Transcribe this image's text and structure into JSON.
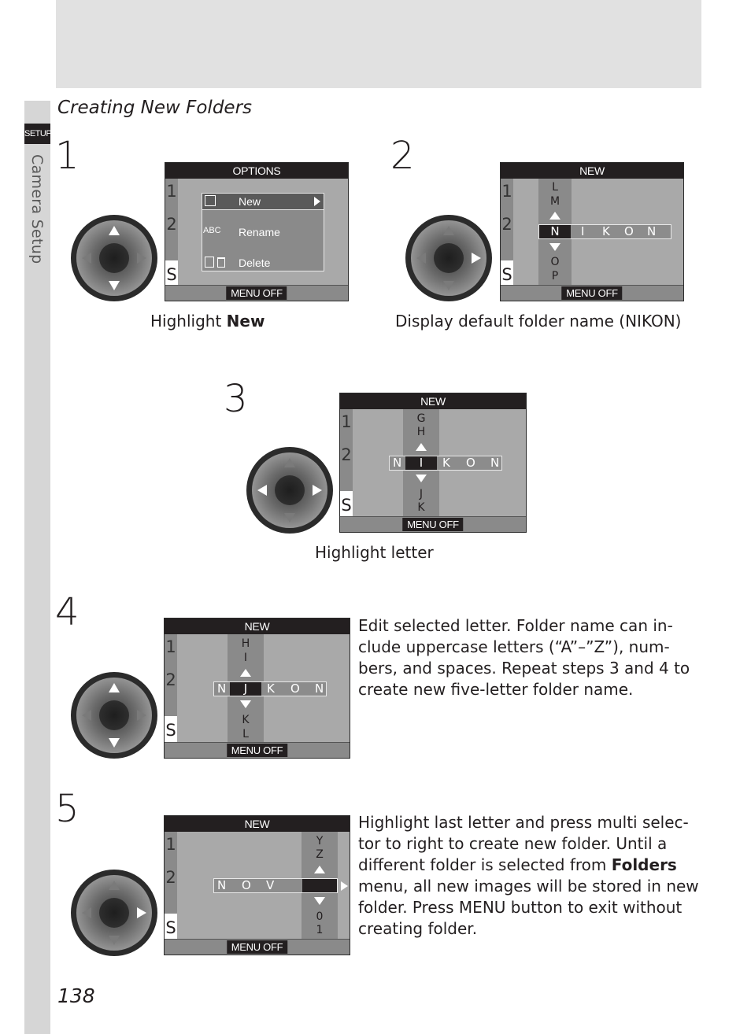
{
  "side_tab": {
    "setup_label": "SETUP",
    "section_label": "Camera Setup"
  },
  "section_title": "Creating New Folders",
  "page_number": "138",
  "screens": {
    "footer_label": "MENU OFF",
    "tab_labels": [
      "1",
      "2",
      "S"
    ]
  },
  "step1": {
    "number": "1",
    "header": "OPTIONS",
    "menu": [
      "New",
      "Rename",
      "Delete"
    ],
    "rename_icon_text": "ABC",
    "caption_prefix": "Highlight ",
    "caption_bold": "New"
  },
  "step2": {
    "number": "2",
    "header": "NEW",
    "column_above": [
      "L",
      "M"
    ],
    "column_below": [
      "O",
      "P"
    ],
    "name_letters": [
      "N",
      "I",
      "K",
      "O",
      "N"
    ],
    "caption": "Display default folder name (NIKON)"
  },
  "step3": {
    "number": "3",
    "header": "NEW",
    "column_above": [
      "G",
      "H"
    ],
    "column_below": [
      "J",
      "K"
    ],
    "name_letters": [
      "N",
      "I",
      "K",
      "O",
      "N"
    ],
    "caption": "Highlight letter"
  },
  "step4": {
    "number": "4",
    "header": "NEW",
    "column_above": [
      "H",
      "I"
    ],
    "column_below": [
      "K",
      "L"
    ],
    "name_letters": [
      "N",
      "J",
      "K",
      "O",
      "N"
    ],
    "text_lines": [
      "Edit selected letter.  Folder name can in-",
      "clude uppercase letters (“A”–”Z”), num-",
      "bers, and spaces.  Repeat steps 3 and 4 to",
      "create new five-letter folder name."
    ]
  },
  "step5": {
    "number": "5",
    "header": "NEW",
    "column_above": [
      "Y",
      "Z"
    ],
    "column_below": [
      "0",
      "1"
    ],
    "name_letters": [
      "N",
      "O",
      "V"
    ],
    "text_lines": [
      "Highlight last letter and press multi selec-",
      "tor to right to create new folder.  Until a",
      "different folder is selected from ",
      "menu, all new images will be stored in new",
      "folder.  Press MENU button to exit without",
      "creating folder."
    ],
    "text_bold": "Folders"
  }
}
